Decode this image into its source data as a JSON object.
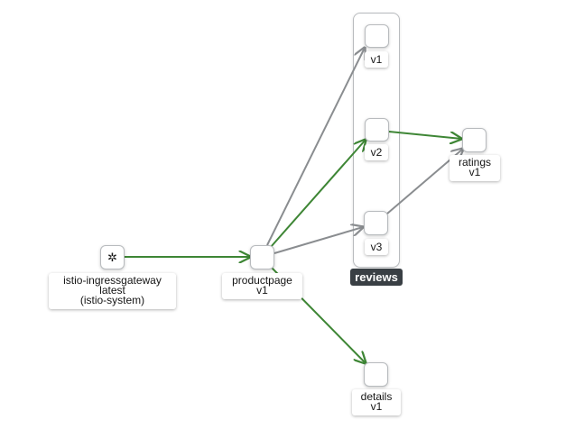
{
  "colors": {
    "green_edge": "#3e8635",
    "gray_edge": "#8a8d90",
    "node_border": "#b8bbbe",
    "box_label_bg": "#393f44"
  },
  "box": {
    "label": "reviews"
  },
  "nodes": {
    "gateway": {
      "icon": "ingress-gateway-icon",
      "glyph": "✲",
      "line1": "istio-ingressgateway",
      "line2": "latest",
      "line3": "(istio-system)"
    },
    "productpage": {
      "line1": "productpage",
      "line2": "v1"
    },
    "reviews_v1": {
      "line1": "v1"
    },
    "reviews_v2": {
      "line1": "v2"
    },
    "reviews_v3": {
      "line1": "v3"
    },
    "ratings": {
      "line1": "ratings",
      "line2": "v1"
    },
    "details": {
      "line1": "details",
      "line2": "v1"
    }
  },
  "edges": [
    {
      "from": "istio-ingressgateway",
      "to": "productpage",
      "status": "healthy"
    },
    {
      "from": "productpage",
      "to": "reviews v1",
      "status": "idle"
    },
    {
      "from": "productpage",
      "to": "reviews v2",
      "status": "healthy"
    },
    {
      "from": "productpage",
      "to": "reviews v3",
      "status": "idle"
    },
    {
      "from": "productpage",
      "to": "details",
      "status": "healthy"
    },
    {
      "from": "reviews v2",
      "to": "ratings",
      "status": "healthy"
    },
    {
      "from": "reviews v3",
      "to": "ratings",
      "status": "idle"
    }
  ]
}
